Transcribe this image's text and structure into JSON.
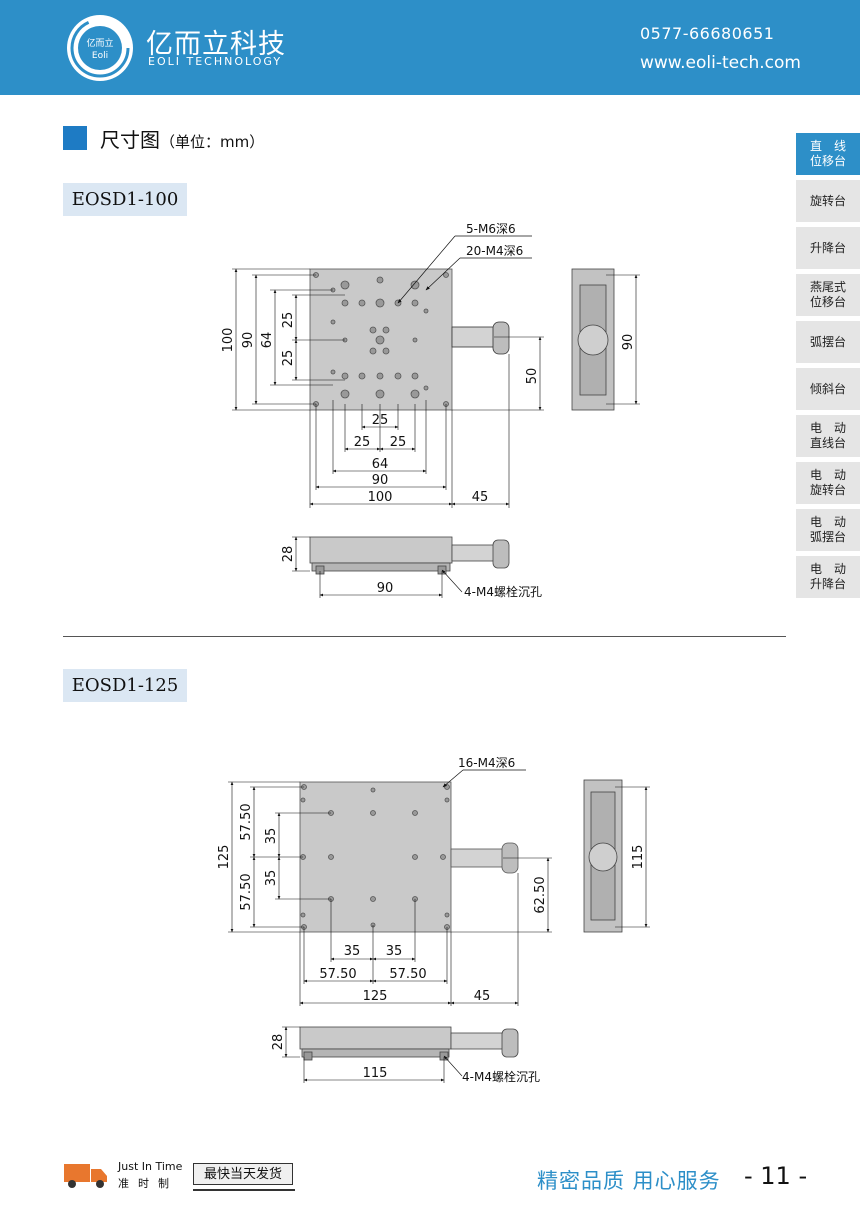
{
  "header": {
    "logo_text_cn": "亿而立",
    "logo_text_en": "Eoli",
    "brand_cn": "亿而立科技",
    "brand_en": "EOLI TECHNOLOGY",
    "phone": "0577-66680651",
    "website": "www.eoli-tech.com"
  },
  "section": {
    "title": "尺寸图",
    "unit": "（单位：mm）"
  },
  "tabs": [
    {
      "line1": "直　线",
      "line2": "位移台",
      "active": true
    },
    {
      "line1": "旋转台",
      "line2": "",
      "active": false
    },
    {
      "line1": "升降台",
      "line2": "",
      "active": false
    },
    {
      "line1": "燕尾式",
      "line2": "位移台",
      "active": false
    },
    {
      "line1": "弧摆台",
      "line2": "",
      "active": false
    },
    {
      "line1": "倾斜台",
      "line2": "",
      "active": false
    },
    {
      "line1": "电　动",
      "line2": "直线台",
      "active": false
    },
    {
      "line1": "电　动",
      "line2": "旋转台",
      "active": false
    },
    {
      "line1": "电　动",
      "line2": "弧摆台",
      "active": false
    },
    {
      "line1": "电　动",
      "line2": "升降台",
      "active": false
    }
  ],
  "models": {
    "m100": {
      "name": "EOSD1-100",
      "hole_note_1": "5-M6深6",
      "hole_note_2": "20-M4深6",
      "dims": {
        "h100": "100",
        "h90": "90",
        "h64": "64",
        "h25a": "25",
        "h25b": "25",
        "w25": "25",
        "w25a": "25",
        "w25b": "25",
        "w64": "64",
        "w90": "90",
        "w100": "100",
        "w45": "45",
        "knob50": "50",
        "side90": "90",
        "height28": "28",
        "base90": "90"
      },
      "bolt_note": "4-M4螺栓沉孔"
    },
    "m125": {
      "name": "EOSD1-125",
      "hole_note": "16-M4深6",
      "dims": {
        "h125": "125",
        "h5750a": "57.50",
        "h5750b": "57.50",
        "h35a": "35",
        "h35b": "35",
        "w35a": "35",
        "w35b": "35",
        "w5750a": "57.50",
        "w5750b": "57.50",
        "w125": "125",
        "w45": "45",
        "knob6250": "62.50",
        "side115": "115",
        "height28": "28",
        "base115": "115"
      },
      "bolt_note": "4-M4螺栓沉孔"
    }
  },
  "footer": {
    "jit_en": "Just In Time",
    "jit_cn": "准时制",
    "fast_ship": "最快当天发货",
    "slogan": "精密品质 用心服务",
    "page_number": "- 11 -"
  },
  "colors": {
    "header_bg": "#2d8fc8",
    "accent": "#1e7bc4",
    "tab_bg": "#e5e5e5",
    "tag_bg": "#dbe7f3"
  }
}
